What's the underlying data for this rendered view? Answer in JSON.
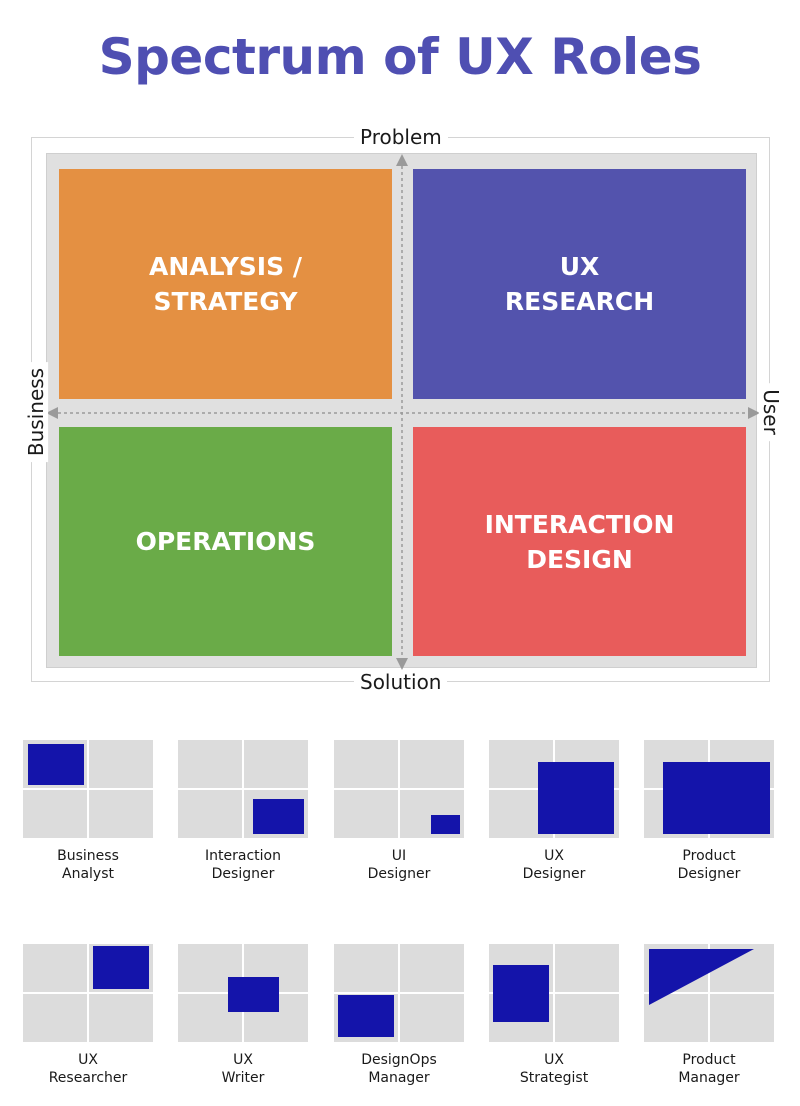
{
  "title": "Spectrum of UX Roles",
  "axes": {
    "top": "Problem",
    "bottom": "Solution",
    "left": "Business",
    "right": "User"
  },
  "quadrants": {
    "top_left": "ANALYSIS /\nSTRATEGY",
    "top_right": "UX\nRESEARCH",
    "bottom_left": "OPERATIONS",
    "bottom_right": "INTERACTION\nDESIGN"
  },
  "colors": {
    "title": "#4f4fb2",
    "analysis_strategy": "#e49042",
    "ux_research": "#5353ad",
    "operations": "#6aab48",
    "interaction_design": "#e85c5b",
    "role_highlight": "#1414aa",
    "thumbnail_cell": "#dcdcdc"
  },
  "roles": [
    {
      "name": "Business\nAnalyst"
    },
    {
      "name": "Interaction\nDesigner"
    },
    {
      "name": "UI\nDesigner"
    },
    {
      "name": "UX\nDesigner"
    },
    {
      "name": "Product\nDesigner"
    },
    {
      "name": "UX\nResearcher"
    },
    {
      "name": "UX\nWriter"
    },
    {
      "name": "DesignOps\nManager"
    },
    {
      "name": "UX\nStrategist"
    },
    {
      "name": "Product\nManager"
    }
  ]
}
